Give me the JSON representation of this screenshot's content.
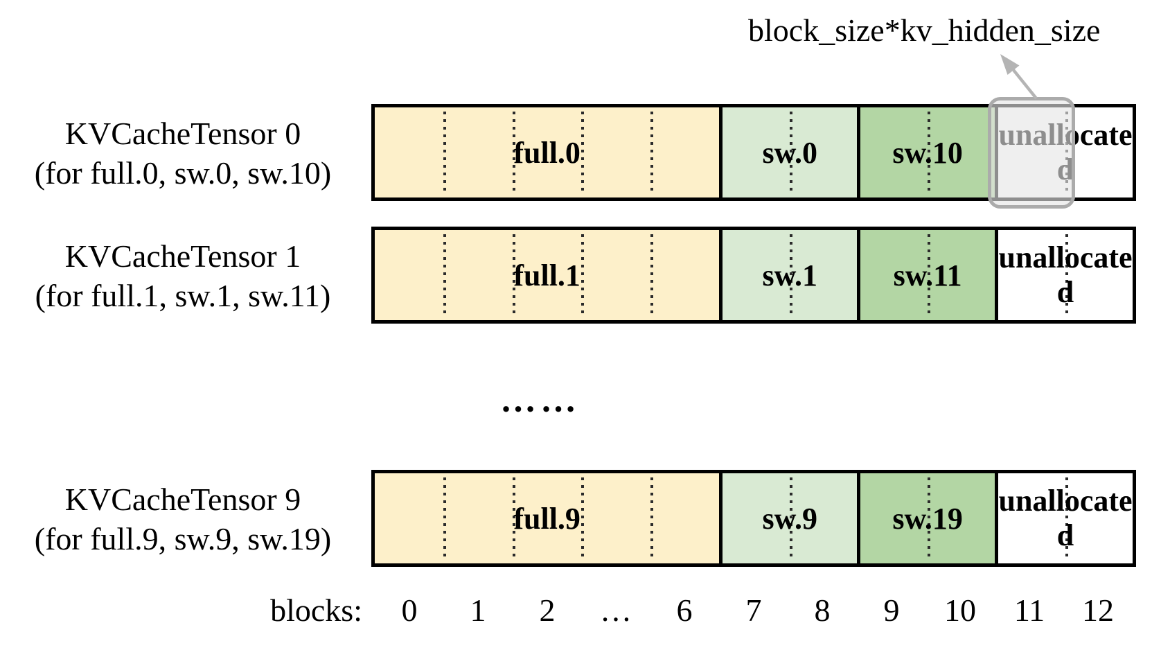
{
  "annotation": {
    "label": "block_size*kv_hidden_size"
  },
  "rows": [
    {
      "title": "KVCacheTensor 0",
      "subtitle": "(for full.0, sw.0, sw.10)",
      "segments": {
        "full": "full.0",
        "sw_a": "sw.0",
        "sw_b": "sw.10",
        "unallocated": "unallocated"
      }
    },
    {
      "title": "KVCacheTensor 1",
      "subtitle": "(for full.1, sw.1, sw.11)",
      "segments": {
        "full": "full.1",
        "sw_a": "sw.1",
        "sw_b": "sw.11",
        "unallocated": "unallocated"
      }
    },
    {
      "title": "KVCacheTensor 9",
      "subtitle": "(for full.9, sw.9, sw.19)",
      "segments": {
        "full": "full.9",
        "sw_a": "sw.9",
        "sw_b": "sw.19",
        "unallocated": "unallocated"
      }
    }
  ],
  "rows_ellipsis": "……",
  "axis": {
    "label": "blocks:",
    "ticks": [
      "0",
      "1",
      "2",
      "…",
      "6",
      "7",
      "8",
      "9",
      "10",
      "11",
      "12"
    ]
  },
  "colors": {
    "full_block": "#FDF0CA",
    "sw_low_block": "#D9EAD3",
    "sw_high_block": "#B3D6A4",
    "unallocated_block": "#FFFFFF",
    "bar_border": "#000000",
    "highlight_border": "#ABABAB",
    "highlight_fill": "#E5E5E5",
    "arrow": "#B4B4B4"
  }
}
